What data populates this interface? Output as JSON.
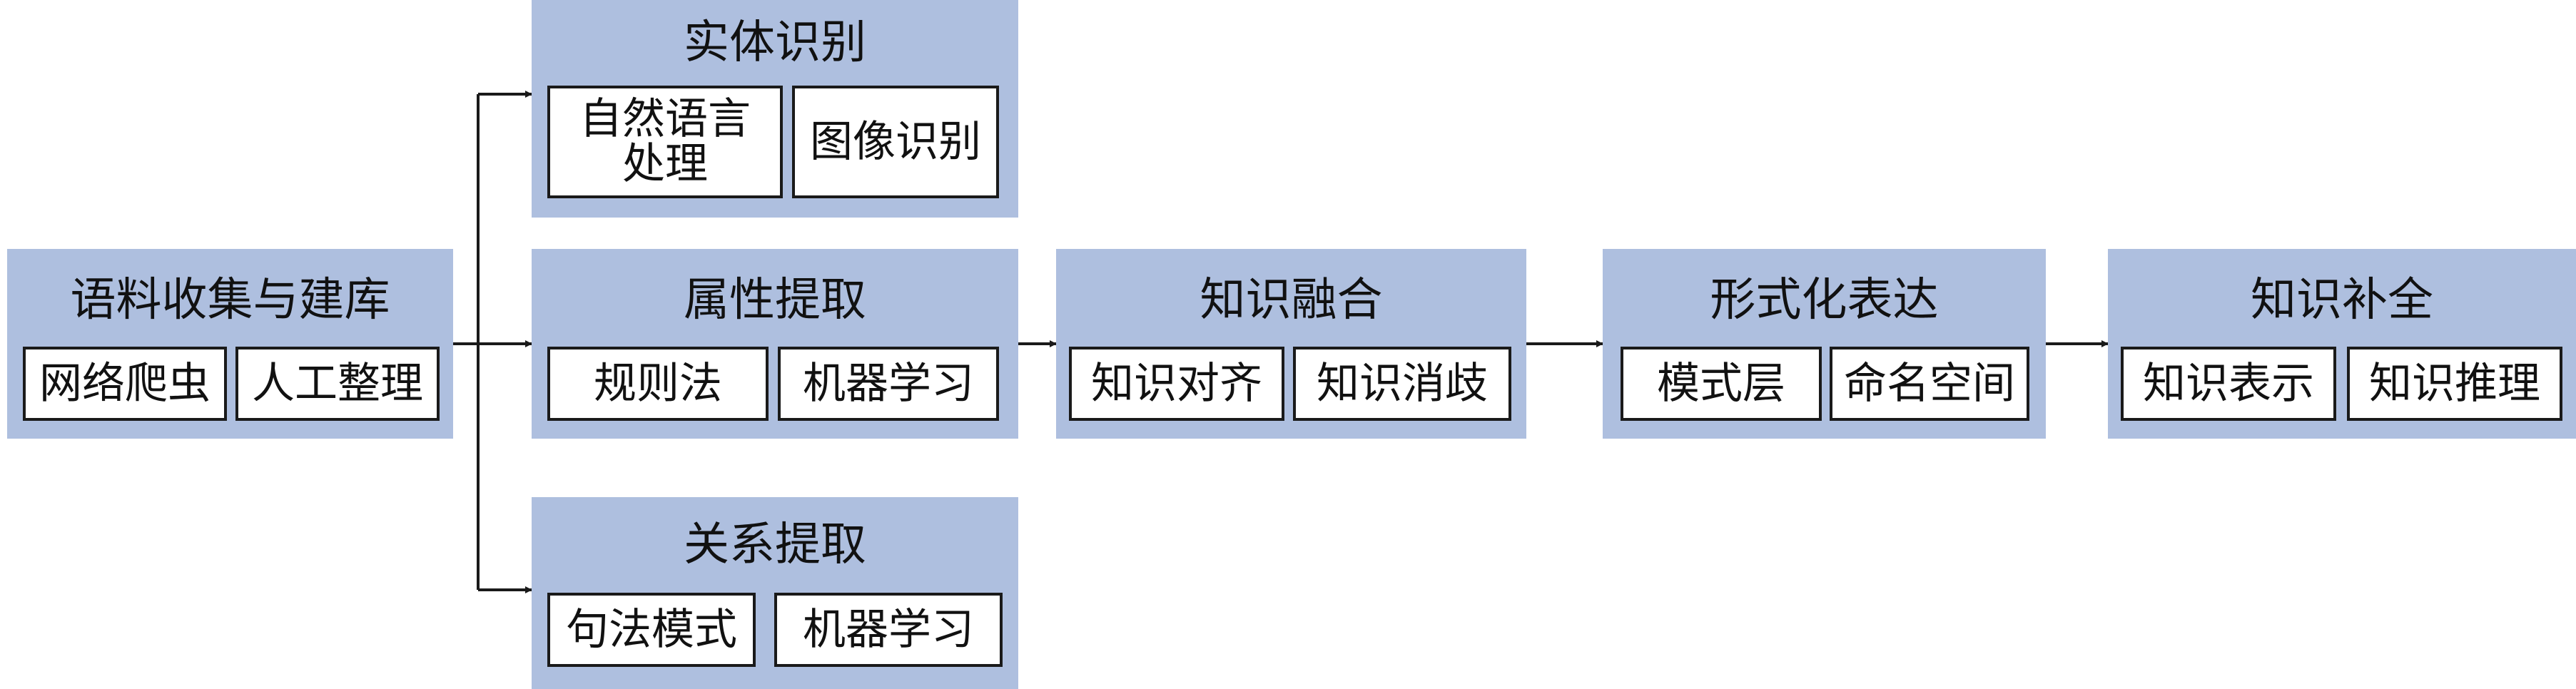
{
  "groups": [
    {
      "title": "语料收集与建库",
      "items": [
        "网络爬虫",
        "人工整理"
      ]
    },
    {
      "title": "实体识别",
      "items": [
        "自然语言\n处理",
        "图像识别"
      ]
    },
    {
      "title": "属性提取",
      "items": [
        "规则法",
        "机器学习"
      ]
    },
    {
      "title": "关系提取",
      "items": [
        "句法模式",
        "机器学习"
      ]
    },
    {
      "title": "知识融合",
      "items": [
        "知识对齐",
        "知识消歧"
      ]
    },
    {
      "title": "形式化表达",
      "items": [
        "模式层",
        "命名空间"
      ]
    },
    {
      "title": "知识补全",
      "items": [
        "知识表示",
        "知识推理"
      ]
    }
  ],
  "colors": {
    "group_fill": "#aebfdf",
    "line": "#1a1a1a"
  }
}
